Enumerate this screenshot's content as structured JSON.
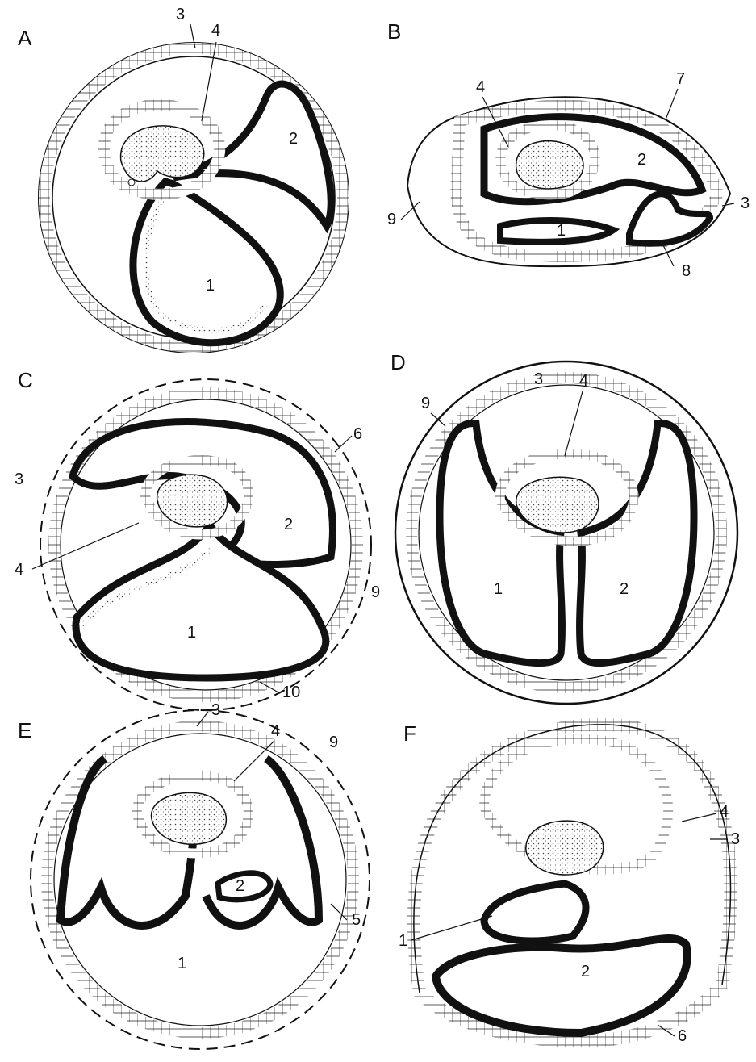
{
  "figure": {
    "panels": [
      {
        "id": "A",
        "label": "A",
        "numbers": [
          "3",
          "4",
          "2",
          "1"
        ]
      },
      {
        "id": "B",
        "label": "B",
        "numbers": [
          "4",
          "7",
          "2",
          "3",
          "1",
          "8",
          "9"
        ]
      },
      {
        "id": "C",
        "label": "C",
        "numbers": [
          "6",
          "3",
          "2",
          "4",
          "9",
          "1",
          "10"
        ]
      },
      {
        "id": "D",
        "label": "D",
        "numbers": [
          "3",
          "4",
          "9",
          "1",
          "2"
        ]
      },
      {
        "id": "E",
        "label": "E",
        "numbers": [
          "3",
          "4",
          "9",
          "2",
          "5",
          "1"
        ]
      },
      {
        "id": "F",
        "label": "F",
        "numbers": [
          "4",
          "3",
          "1",
          "2",
          "6"
        ]
      }
    ]
  },
  "colors": {
    "ink": "#111111",
    "stipple": "#9a9a9a",
    "paper": "#ffffff"
  }
}
